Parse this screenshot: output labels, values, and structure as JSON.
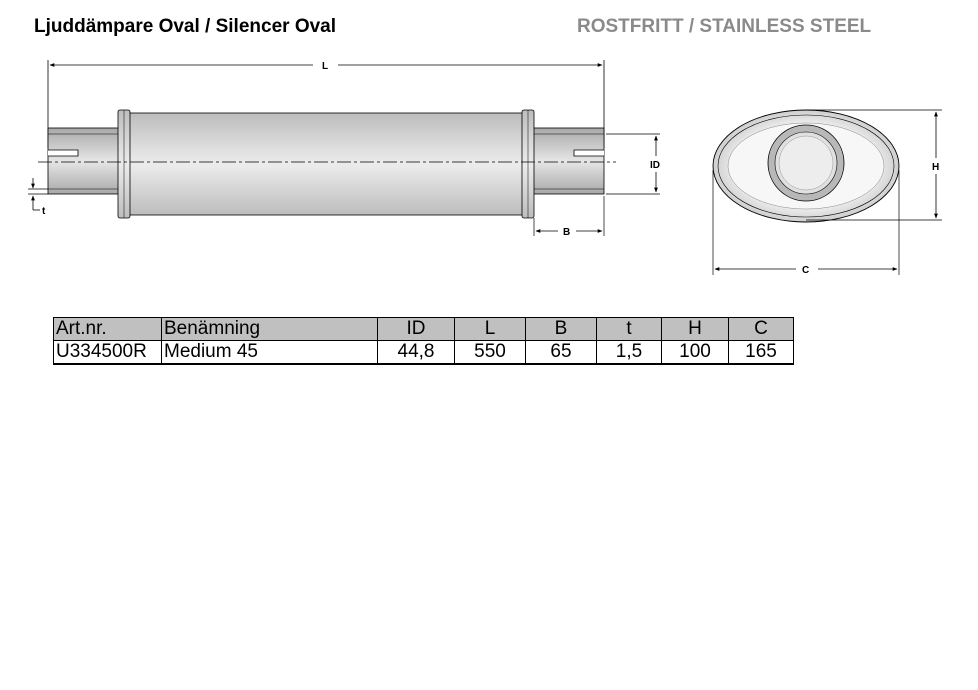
{
  "header": {
    "title": "Ljuddämpare Oval / Silencer Oval",
    "material": "ROSTFRITT / STAINLESS STEEL"
  },
  "drawing": {
    "label_L": "L",
    "label_ID": "ID",
    "label_t": "t",
    "label_B": "B",
    "label_H": "H",
    "label_C": "C"
  },
  "table": {
    "headers": [
      "Art.nr.",
      "Benämning",
      "ID",
      "L",
      "B",
      "t",
      "H",
      "C"
    ],
    "rows": [
      [
        "U334500R",
        "Medium 45",
        "44,8",
        "550",
        "65",
        "1,5",
        "100",
        "165"
      ]
    ]
  },
  "colors": {
    "body_fill": "#d9d9d9",
    "header_fill": "#c0c0c0",
    "material_text": "#8a8a8a"
  }
}
